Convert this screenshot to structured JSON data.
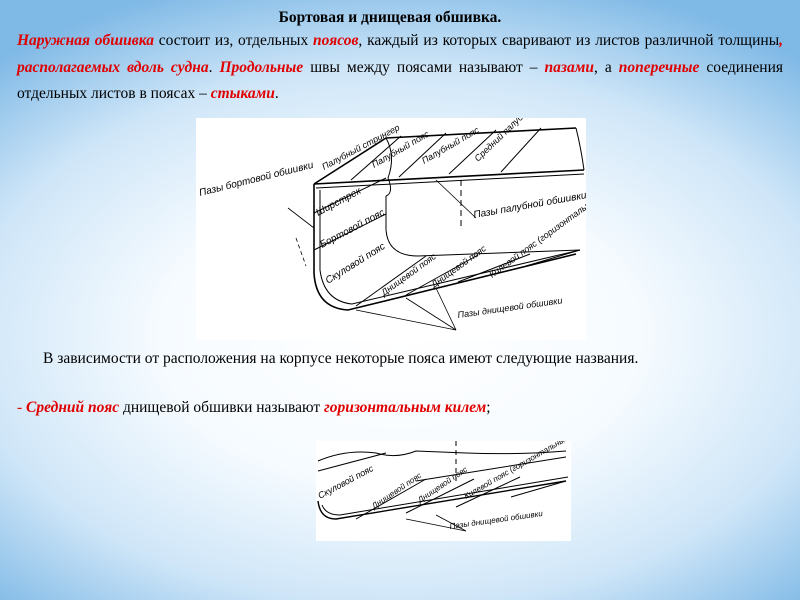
{
  "title": "Бортовая и днищевая обшивка.",
  "para1": {
    "t1": "Наружная обшивка",
    "t2": " состоит из, отдельных ",
    "t3": "поясов",
    "t4": ", каждый из которых сваривают из листов различной толщины",
    "t5": ", располагаемых вдоль судна",
    "t6": ". ",
    "t7": "Продольные",
    "t8": " швы между поясами называют – ",
    "t9": "пазами",
    "t10": ", а ",
    "t11": "поперечные",
    "t12": " соединения отдельных листов в поясах – ",
    "t13": "стыками",
    "t14": "."
  },
  "figure1": {
    "labels": {
      "deck_stringer": "Палубный стрингер",
      "deck_belt1": "Палубный пояс",
      "deck_belt2": "Палубный пояс",
      "middle_deck_belt": "Средний палубный пояс",
      "side_seams": "Пазы бортовой обшивки",
      "sheer_strake": "Ширстрек",
      "side_belt": "Бортовой пояс",
      "bilge_belt": "Скуловой пояс",
      "deck_seams": "Пазы палубной обшивки",
      "bottom_belt1": "Днищевой пояс",
      "bottom_belt2": "Днищевой пояс",
      "keel_belt": "Килевой пояс (горизонтальный киль)",
      "bottom_seams": "Пазы днищевой обшивки"
    }
  },
  "para2": "В зависимости от расположения на корпусе некоторые пояса имеют следующие названия.",
  "para3": {
    "dash": "- ",
    "t1": "Средний пояс",
    "t2": " днищевой обшивки называют ",
    "t3": "горизонтальным килем",
    "t4": ";"
  },
  "figure2": {
    "labels": {
      "bilge_belt": "Скуловой пояс",
      "bottom_belt1": "Днищевой пояс",
      "bottom_belt2": "Днищевой пояс",
      "keel_belt": "Килевой пояс (горизонтальный киль)",
      "bottom_seams": "Пазы днищевой обшивки"
    }
  }
}
